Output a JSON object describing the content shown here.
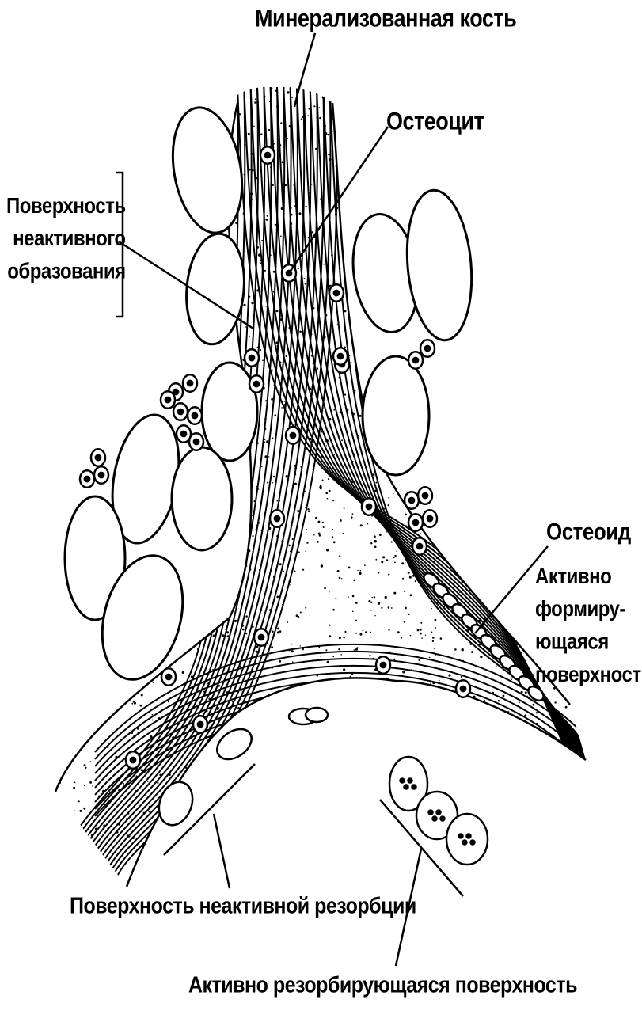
{
  "labels": {
    "mineralized_bone": "Минерализованная кость",
    "osteocyte": "Остеоцит",
    "inactive_formation_surface": "Поверхность\nнеактивного\nобразования",
    "osteoid": "Остеоид",
    "active_forming_surface": "Активно\nформиру-\nющаяся\nповерхность",
    "inactive_resorption_surface": "Поверхность неактивной резорбции",
    "active_resorbing_surface": "Активно резорбирующаяся поверхность"
  },
  "colors": {
    "ink": "#000000",
    "background": "#ffffff"
  }
}
